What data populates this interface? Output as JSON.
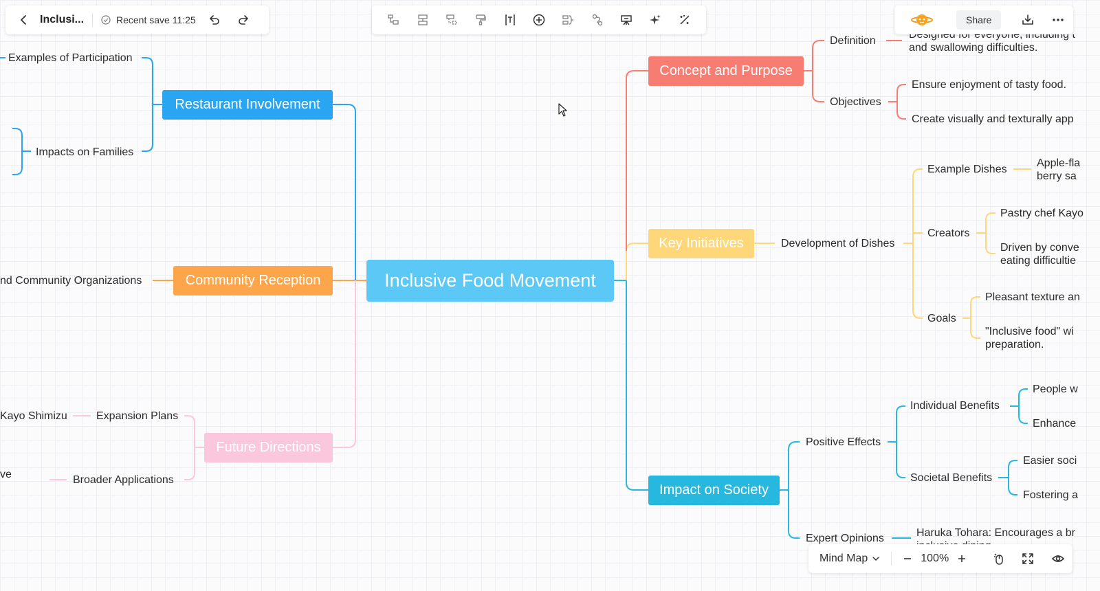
{
  "header": {
    "doc_title": "Inclusi...",
    "save_status": "Recent save 11:25",
    "share_label": "Share"
  },
  "toolbar_icons": [
    "add-child-icon",
    "add-sibling-icon",
    "add-parent-icon",
    "format-painter-icon",
    "text-box-icon",
    "insert-icon",
    "summary-icon",
    "relationship-icon",
    "outline-icon",
    "ai-sparkle-icon",
    "magic-wand-icon"
  ],
  "mindmap": {
    "root": "Inclusive Food Movement",
    "concept": {
      "title": "Concept and Purpose",
      "definition": "Definition",
      "definition_text_top": "Designed for everyone, including t",
      "definition_text": "and swallowing difficulties.",
      "objectives": "Objectives",
      "objective_1": "Ensure enjoyment of tasty food.",
      "objective_2": "Create visually and texturally app"
    },
    "initiatives": {
      "title": "Key Initiatives",
      "development": "Development of Dishes",
      "example_dishes": "Example Dishes",
      "example_text": "Apple-fla berry sa",
      "creators": "Creators",
      "creator_1": "Pastry chef Kayo",
      "creator_2": "Driven by conve eating difficultie",
      "goals": "Goals",
      "goal_1": "Pleasant texture an",
      "goal_2": "\"Inclusive food\" wi preparation."
    },
    "impact": {
      "title": "Impact on Society",
      "positive": "Positive Effects",
      "individual": "Individual Benefits",
      "individual_1": "People w",
      "individual_2": "Enhance",
      "societal": "Societal Benefits",
      "societal_1": "Easier soci",
      "societal_2": "Fostering a",
      "expert": "Expert Opinions",
      "expert_text": "Haruka Tohara: Encourages a br",
      "expert_text_bottom": "inclusive dining."
    },
    "restaurant": {
      "title": "Restaurant Involvement",
      "examples": "Examples of Participation",
      "impacts": "Impacts on Families"
    },
    "community": {
      "title": "Community Reception",
      "child": "nd Community Organizations"
    },
    "future": {
      "title": "Future Directions",
      "expansion": "Expansion Plans",
      "expansion_child": "Kayo Shimizu",
      "broader": "Broader Applications",
      "broader_child": "ve"
    }
  },
  "footer": {
    "view_mode": "Mind Map",
    "zoom": "100%"
  },
  "colors": {
    "root": "#5bc8f5",
    "concept": "#f77c72",
    "initiatives": "#fdd77a",
    "impact": "#27b8e0",
    "restaurant": "#2aa5f2",
    "community": "#fca54b",
    "future": "#fbc7dc"
  }
}
